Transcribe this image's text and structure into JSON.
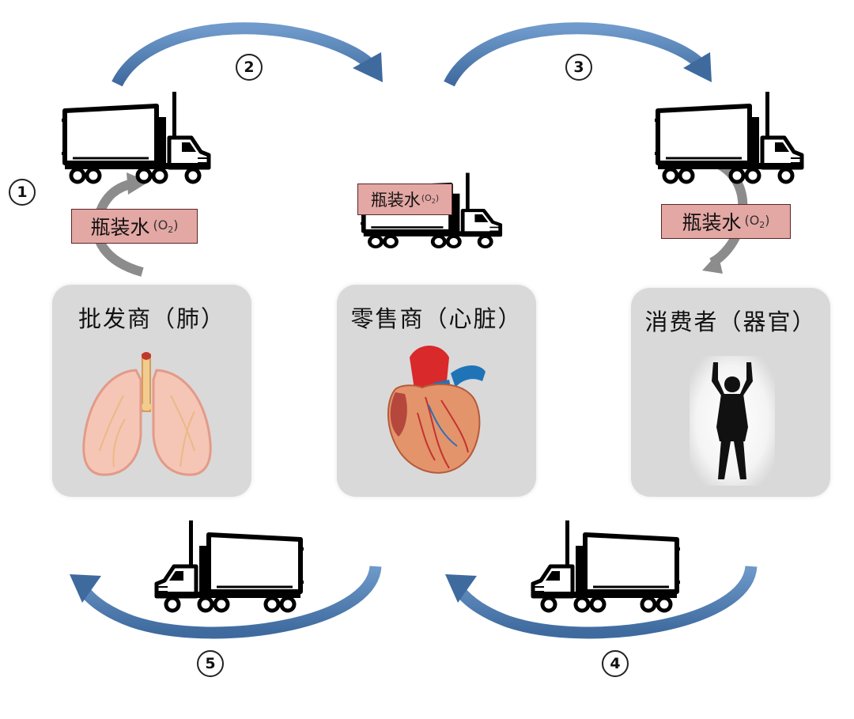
{
  "steps": [
    "1",
    "2",
    "3",
    "4",
    "5"
  ],
  "water_label": {
    "main": "瓶装水",
    "o2_prefix": "O",
    "o2_sub": "2"
  },
  "panels": [
    {
      "title": "批发商（肺）",
      "icon": "lungs-icon"
    },
    {
      "title": "零售商（心脏）",
      "icon": "heart-icon"
    },
    {
      "title": "消费者（器官）",
      "icon": "person-silhouette-icon"
    }
  ],
  "colors": {
    "arrow_blue": "#4a79ad",
    "arrow_gray": "#8c8c8c",
    "label_fill": "#e3a7a4",
    "panel_fill": "#d9d9d9"
  }
}
